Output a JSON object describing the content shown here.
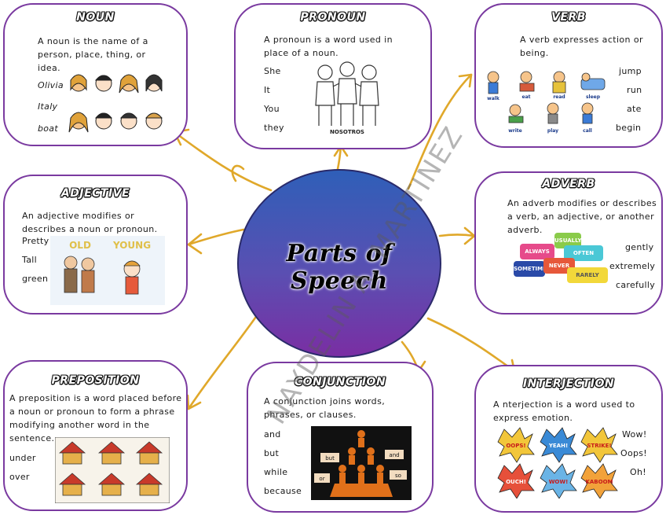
{
  "center": {
    "title": "Parts of Speech"
  },
  "watermark": "NAYDELIN A. MARTINEZ",
  "colors": {
    "border": "#7a3aa0",
    "arrow": "#e0a82a",
    "hub_top": "#2f5fb8",
    "hub_bottom": "#7a2ea3"
  },
  "noun": {
    "title": "NOUN",
    "definition": [
      "A noun is the name of a",
      "person, place, thing, or",
      "idea."
    ],
    "examples": [
      "Olivia",
      "Italy",
      "boat"
    ]
  },
  "pronoun": {
    "title": "PRONOUN",
    "definition": [
      "A pronoun is a word used in",
      "place of a noun."
    ],
    "examples": [
      "She",
      "It",
      "You",
      "they"
    ],
    "image_caption": "NOSOTROS"
  },
  "verb": {
    "title": "VERB",
    "definition": [
      "A verb expresses action or",
      "being."
    ],
    "examples": [
      "jump",
      "run",
      "ate",
      "begin"
    ],
    "image_labels": [
      "walk",
      "eat",
      "read",
      "sleep",
      "write",
      "play",
      "call"
    ]
  },
  "adjective": {
    "title": "ADJECTIVE",
    "definition": [
      "An adjective modifies or",
      "describes a noun or pronoun."
    ],
    "examples": [
      "Pretty",
      "Tall",
      "green"
    ],
    "image_labels": [
      "OLD",
      "YOUNG"
    ]
  },
  "adverb": {
    "title": "ADVERB",
    "definition": [
      "An adverb modifies or describes",
      "a verb, an adjective, or another",
      "adverb."
    ],
    "examples": [
      "gently",
      "extremely",
      "carefully"
    ],
    "bubbles": [
      "ALWAYS",
      "USUALLY",
      "OFTEN",
      "SOMETIMES",
      "NEVER",
      "RARELY"
    ]
  },
  "preposition": {
    "title": "PREPOSITION",
    "definition": [
      "A preposition is a word placed before",
      "a noun or pronoun to form a phrase",
      "modifying another word in the",
      "sentence."
    ],
    "examples": [
      "under",
      "over"
    ]
  },
  "conjunction": {
    "title": "CONJUNCTION",
    "definition": [
      "A conjunction joins words,",
      "phrases, or clauses."
    ],
    "examples": [
      "and",
      "but",
      "while",
      "because"
    ],
    "image_labels": [
      "but",
      "and",
      "or",
      "so"
    ]
  },
  "interjection": {
    "title": "INTERJECTION",
    "definition": [
      "A nterjection is a word used to",
      "express emotion."
    ],
    "examples": [
      "Wow!",
      "Oops!",
      "Oh!"
    ],
    "bursts": [
      "OOPS!",
      "YEAH!",
      "STRIKE!",
      "OUCH!",
      "WOW!",
      "KABOOM"
    ]
  }
}
